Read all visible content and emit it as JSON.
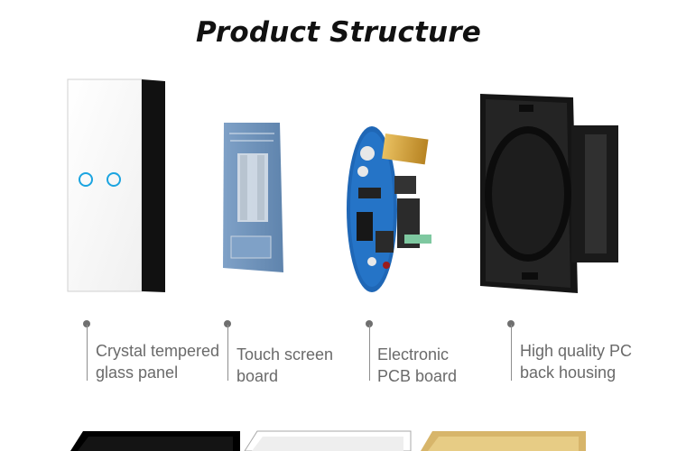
{
  "title": "Product Structure",
  "parts": [
    {
      "line1": "Crystal tempered",
      "line2": "glass panel"
    },
    {
      "line1": "Touch screen",
      "line2": "board"
    },
    {
      "line1": "Electronic",
      "line2": "PCB board"
    },
    {
      "line1": "High quality PC",
      "line2": "back housing"
    }
  ],
  "colors": {
    "panel_variants": [
      "#000000",
      "#ffffff",
      "#d7b56a"
    ],
    "pcb_blue": "#1f67b6",
    "touch_board_blue": "#6d8fb5"
  }
}
